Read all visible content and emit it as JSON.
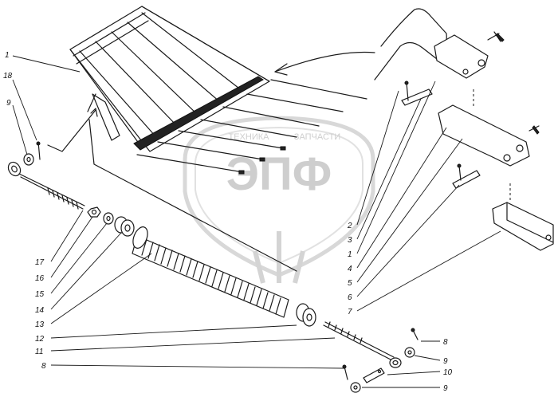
{
  "watermark": {
    "line1": "ТЕХНИКА",
    "line2": "ЗАПЧАСТИ",
    "logo": "ЭПФ"
  },
  "callouts": {
    "left": [
      "1",
      "18",
      "9"
    ],
    "bottom_left": [
      "17",
      "16",
      "15",
      "14",
      "13",
      "12",
      "11",
      "8"
    ],
    "right": [
      "2",
      "3",
      "1",
      "4",
      "5",
      "6",
      "7"
    ],
    "bottom_right": [
      "8",
      "9",
      "10",
      "9"
    ]
  }
}
